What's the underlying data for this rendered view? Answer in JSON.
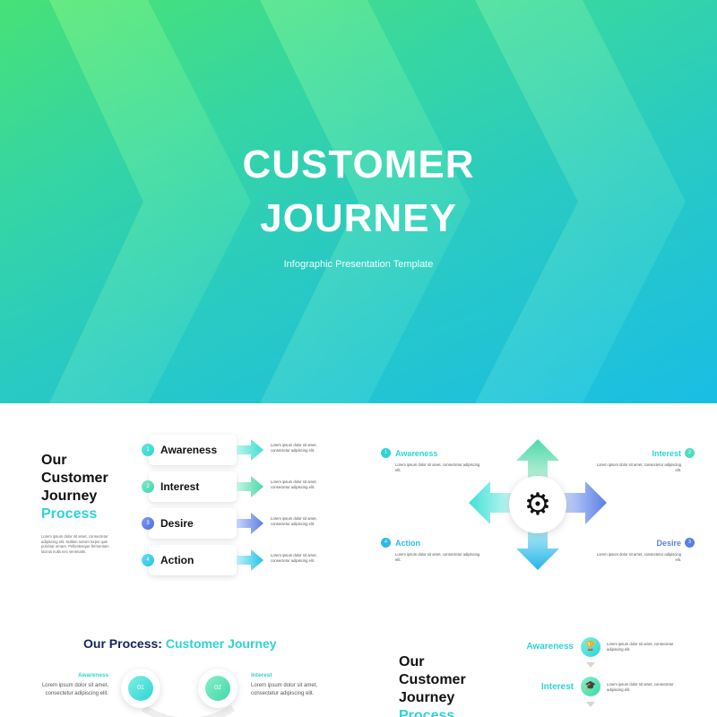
{
  "hero": {
    "title_line1": "CUSTOMER",
    "title_line2": "JOURNEY",
    "subtitle": "Infographic Presentation Template"
  },
  "slide2": {
    "title_line1": "Our",
    "title_line2": "Customer",
    "title_line3": "Journey",
    "title_accent": "Process",
    "description": "Lorem ipsum dolor sit amet, consectetur adipiscing elit. Nullam rutrum turpis quis pulvinar ornare. Pellentesque fermentum lacinia nulla nec venenatis.",
    "steps": [
      {
        "num": "1",
        "label": "Awareness",
        "desc": "Lorem ipsum dolor sit amet, consectetur adipiscing elit."
      },
      {
        "num": "2",
        "label": "Interest",
        "desc": "Lorem ipsum dolor sit amet, consectetur adipiscing elit."
      },
      {
        "num": "3",
        "label": "Desire",
        "desc": "Lorem ipsum dolor sit amet, consectetur adipiscing elit."
      },
      {
        "num": "4",
        "label": "Action",
        "desc": "Lorem ipsum dolor sit amet, consectetur adipiscing elit."
      }
    ]
  },
  "slide3": {
    "quadrants": [
      {
        "num": "1",
        "label": "Awareness",
        "desc": "Lorem ipsum dolor sit amet, consectetur adipiscing elit."
      },
      {
        "num": "2",
        "label": "Interest",
        "desc": "Lorem ipsum dolor sit amet, consectetur adipiscing elit."
      },
      {
        "num": "4",
        "label": "Action",
        "desc": "Lorem ipsum dolor sit amet, consectetur adipiscing elit."
      },
      {
        "num": "3",
        "label": "Desire",
        "desc": "Lorem ipsum dolor sit amet, consectetur adipiscing elit."
      }
    ],
    "center_icon": "gear-icon"
  },
  "slide4": {
    "title": "Our Process:",
    "title_accent": "Customer Journey",
    "items": [
      {
        "num": "01",
        "label": "Awareness",
        "desc": "Lorem ipsum dolor sit amet, consectetur adipiscing elit."
      },
      {
        "num": "02",
        "label": "Interest",
        "desc": "Lorem ipsum dolor sit amet, consectetur adipiscing elit."
      }
    ]
  },
  "slide5": {
    "title_line1": "Our",
    "title_line2": "Customer",
    "title_line3": "Journey",
    "title_accent": "Process",
    "items": [
      {
        "label": "Awareness",
        "icon": "trophy-icon",
        "desc": "Lorem ipsum dolor sit amet, consectetur adipiscing elit."
      },
      {
        "label": "Interest",
        "icon": "graduation-cap-icon",
        "desc": "Lorem ipsum dolor sit amet, consectetur adipiscing elit."
      }
    ]
  },
  "colors": {
    "accent": "#2fd3d6",
    "navy": "#16235c",
    "green": "#4fe86a",
    "blue": "#1ec3e6",
    "indigo": "#5b7fe4"
  }
}
